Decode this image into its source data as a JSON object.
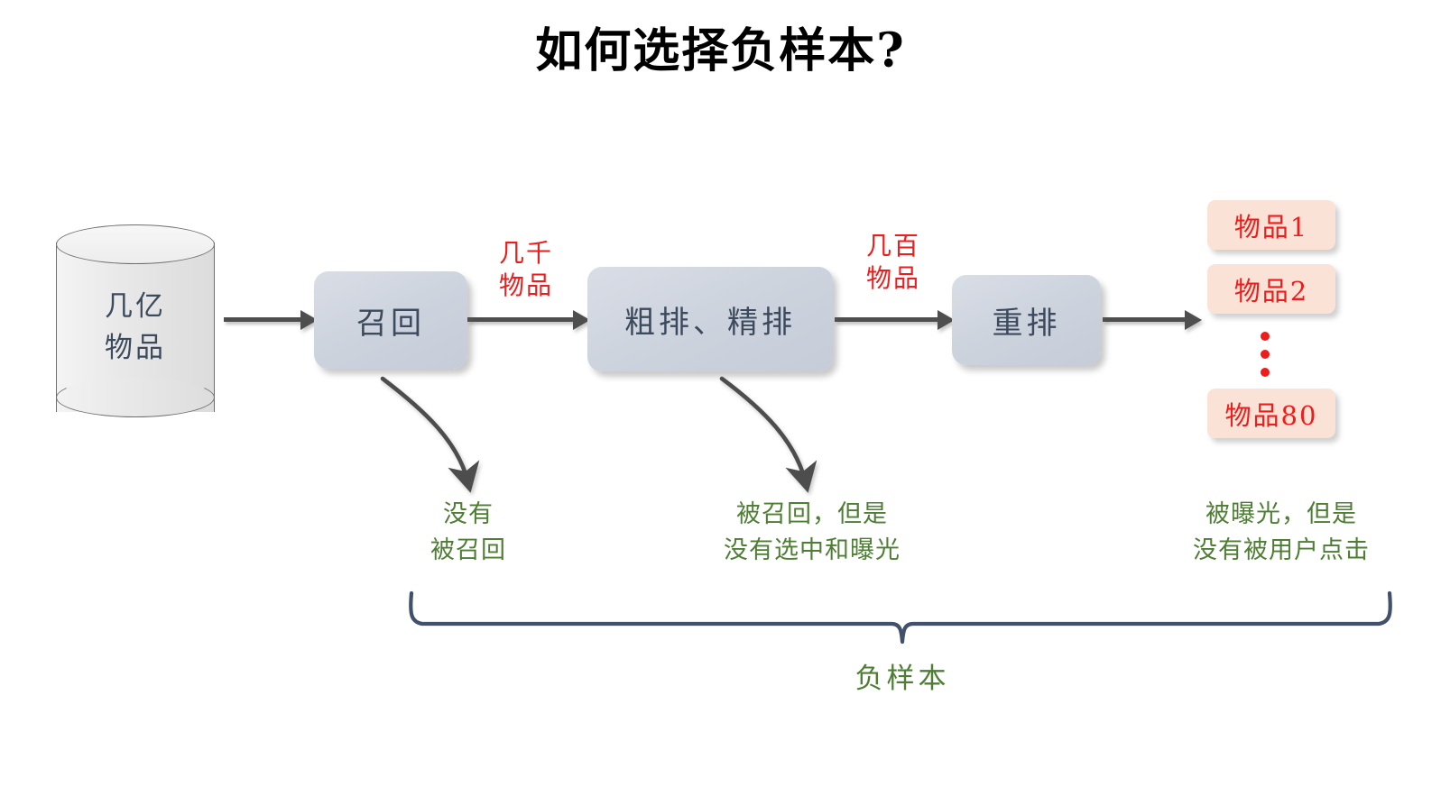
{
  "title": "如何选择负样本?",
  "source": {
    "name": "item-pool-cylinder",
    "label_line1": "几亿",
    "label_line2": "物品"
  },
  "stages": [
    {
      "id": "recall",
      "label": "召回"
    },
    {
      "id": "ranking",
      "label": "粗排、精排"
    },
    {
      "id": "rerank",
      "label": "重排"
    }
  ],
  "flow_labels": [
    {
      "id": "thousands",
      "line1": "几千",
      "line2": "物品",
      "color": "#ee1d1d"
    },
    {
      "id": "hundreds",
      "line1": "几百",
      "line2": "物品",
      "color": "#ee1d1d"
    }
  ],
  "annotations": [
    {
      "id": "not-recalled",
      "line1": "没有",
      "line2": "被召回"
    },
    {
      "id": "recalled-not-shown",
      "line1": "被召回，但是",
      "line2": "没有选中和曝光"
    },
    {
      "id": "shown-not-clicked",
      "line1": "被曝光，但是",
      "line2": "没有被用户点击"
    }
  ],
  "negative_sample_label": "负样本",
  "results": {
    "items": [
      "物品1",
      "物品2",
      "物品80"
    ],
    "ellipsis_dots": 3
  },
  "colors": {
    "title": "#000000",
    "box_fill": "#ced4de",
    "box_text": "#3c4a5e",
    "arrow": "#4e4e4e",
    "red_text": "#ee1d1d",
    "green_text": "#4e7e34",
    "item_fill": "#fae3d6",
    "brace": "#41506b",
    "cylinder_fill": "#e6e6e6"
  }
}
